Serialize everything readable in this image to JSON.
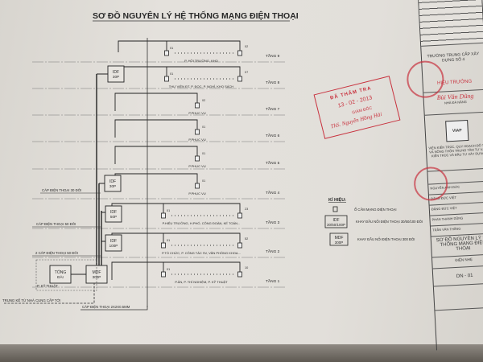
{
  "title": "SƠ ĐỒ NGUYÊN LÝ HỆ THỐNG MẠNG ĐIỆN THOẠI",
  "floors": [
    {
      "label": "TẦNG 9",
      "room": "P. HỘI TRƯỜNG, KHO",
      "first": "01",
      "last": "02"
    },
    {
      "label": "TẦNG 8",
      "room": "THƯ VIỆN ĐT, P. ĐỌC, P. NGHỈ, KHO SÁCH",
      "first": "01",
      "last": "07"
    },
    {
      "label": "TẦNG 7",
      "room": "P.PHỤC VỤ",
      "first": "02",
      "last": ""
    },
    {
      "label": "TẦNG 6",
      "room": "P.PHỤC VỤ",
      "first": "01",
      "last": ""
    },
    {
      "label": "TẦNG 5",
      "room": "P.PHỤC VỤ",
      "first": "01",
      "last": ""
    },
    {
      "label": "TẦNG 4",
      "room": "P.PHỤC VỤ",
      "first": "01",
      "last": ""
    },
    {
      "label": "TẦNG 3",
      "room": "P.HIỆU TRƯỞNG, H.PHÓ, CÔNG ĐOÀN, KẾ TOÁN...",
      "first": "01",
      "last": "23"
    },
    {
      "label": "TẦNG 2",
      "room": "P.TỔ CHỨC, P. CÔNG TÁC SV, VĂN PHÒNG KHOA...",
      "first": "01",
      "last": "52"
    },
    {
      "label": "TẦNG 1",
      "room": "P.ẢN, P. THÍ NGHIỆM, P. KỸ THUẬT",
      "first": "01",
      "last": "10"
    }
  ],
  "boxes": {
    "idf_top": [
      "IDF",
      "30P"
    ],
    "idf_4": [
      "IDF",
      "30P"
    ],
    "idf_3": [
      "IDF",
      "50P"
    ],
    "idf_2": [
      "IDF",
      "100P"
    ],
    "mdf": [
      "MDF",
      "300P"
    ],
    "exchange": [
      "TỔNG",
      "ĐÀI"
    ]
  },
  "cables": {
    "c30": "CÁP ĐIỆN THOẠI 30 ĐÔI",
    "c50": "CÁP ĐIỆN THOẠI 50 ĐÔI",
    "c2x50": "2 CÁP ĐIỆN THOẠI 50 ĐÔI",
    "tech_room": "P. KỸ THUẬT",
    "trunk": "TRUNG KẾ TỪ NHÀ CUNG CẤP TỚI",
    "main": "CÁP ĐIỆN THOẠI 2X2X0.5MM"
  },
  "legend": {
    "heading": "KÍ HIỆU:",
    "outlet": "Ổ CẮM MẠNG ĐIỆN THOẠI",
    "idf_box": [
      "IDF",
      "30/50/100P"
    ],
    "idf_desc": "KHAY ĐẦU NỐI ĐIỆN THOẠI 30/50/100 ĐÔI",
    "mdf_box": [
      "MDF",
      "300P"
    ],
    "mdf_desc": "KHAY ĐẦU NỐI ĐIỆN THOẠI 300 ĐÔI"
  },
  "title_block": {
    "owner": "TRƯỜNG TRUNG CẤP XÂY DỰNG SỐ 4",
    "role": "HIỆU TRƯỞNG",
    "principal": "Bùi Văn Dũng",
    "project": "NHÀ ĐÀ NẴNG",
    "logo": "VIAP",
    "consultant": "VIỆN KIẾN TRÚC, QUY HOẠCH ĐÔ THỊ VÀ NÔNG THÔN TRUNG TÂM TƯ VẤN KIẾN TRÚC VÀ ĐẦU TƯ XÂY DỰNG",
    "people": [
      "NGUYỄN ANH ĐỨC",
      "ĐẶNG ĐỨC VIỆT",
      "ĐẶNG ĐỨC VIỆT",
      "PHAN THANH DŨNG",
      "TRẦN VĂN THẮNG"
    ],
    "drawing_title": "SƠ ĐỒ NGUYÊN LÝ HỆ THỐNG MẠNG ĐIỆN THOẠI",
    "discipline": "ĐIỆN NHẸ",
    "sheet": "DN - 01"
  },
  "stamp": {
    "status": "ĐÃ THẨM TRA",
    "date": "13 - 02 - 2013",
    "role": "GIÁM ĐỐC",
    "name": "ThS. Nguyễn Hồng Hải"
  },
  "colors": {
    "ink": "#2a2a2a",
    "stamp": "#c8323e"
  }
}
